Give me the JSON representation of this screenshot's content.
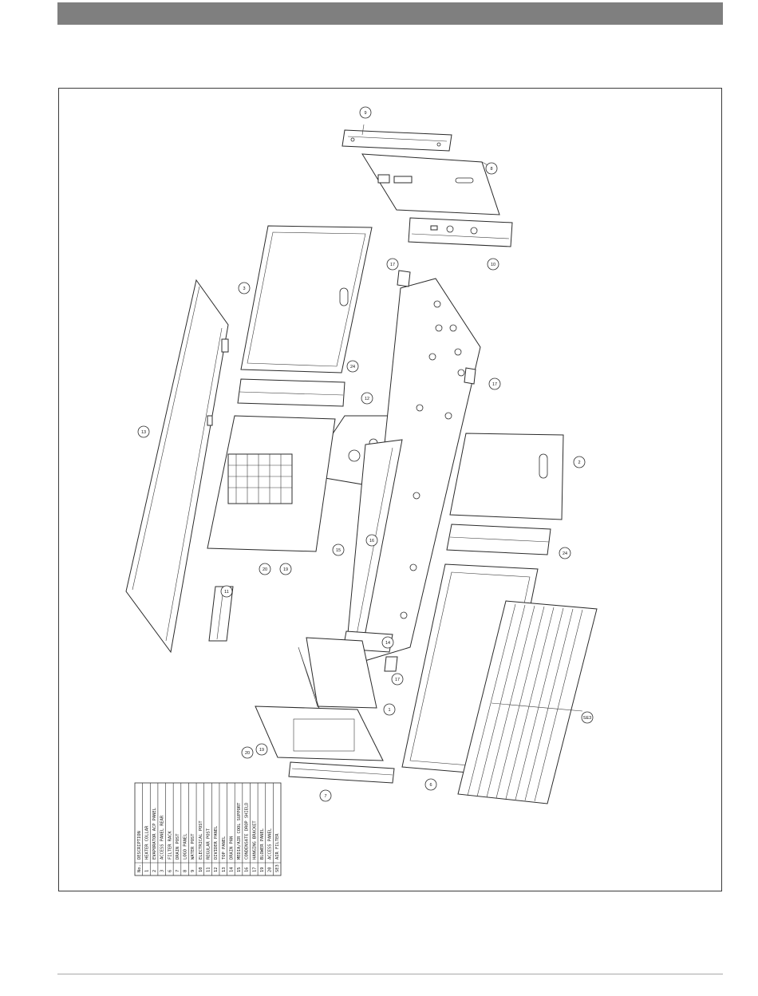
{
  "parts_table": {
    "header": {
      "no": "No.",
      "description": "DESCRIPTION"
    },
    "rows": [
      {
        "no": "1",
        "description": "HEATER COLLAR"
      },
      {
        "no": "2",
        "description": "EVAPORATOR ACP PANEL"
      },
      {
        "no": "3",
        "description": "ACCESS PANEL REAR"
      },
      {
        "no": "6",
        "description": "FILTER RACK"
      },
      {
        "no": "7",
        "description": "DRAIN POST"
      },
      {
        "no": "8",
        "description": "LOGO PANEL"
      },
      {
        "no": "9",
        "description": "WATER POST"
      },
      {
        "no": "10",
        "description": "ELECTRICAL POST"
      },
      {
        "no": "11",
        "description": "REGULAR POST"
      },
      {
        "no": "12",
        "description": "DIVIDER PANEL"
      },
      {
        "no": "13",
        "description": "TOP PANEL"
      },
      {
        "no": "14",
        "description": "DRAIN PAN"
      },
      {
        "no": "15",
        "description": "MEDIA/AIR COOL SUPPORT"
      },
      {
        "no": "16",
        "description": "CONDENSATE DROP SHIELD"
      },
      {
        "no": "17",
        "description": "HANGING BRACKET"
      },
      {
        "no": "19",
        "description": "BLOWER PANEL"
      },
      {
        "no": "20",
        "description": "ACCESS PANEL"
      },
      {
        "no": "SE3",
        "description": "AIR FILTER"
      }
    ]
  },
  "callouts": [
    {
      "label": "9"
    },
    {
      "label": "8"
    },
    {
      "label": "10"
    },
    {
      "label": "17"
    },
    {
      "label": "17"
    },
    {
      "label": "3"
    },
    {
      "label": "24"
    },
    {
      "label": "12"
    },
    {
      "label": "13"
    },
    {
      "label": "2"
    },
    {
      "label": "16"
    },
    {
      "label": "15"
    },
    {
      "label": "24"
    },
    {
      "label": "20"
    },
    {
      "label": "19"
    },
    {
      "label": "11"
    },
    {
      "label": "14"
    },
    {
      "label": "17"
    },
    {
      "label": "1"
    },
    {
      "label": "SE3"
    },
    {
      "label": "20"
    },
    {
      "label": "19"
    },
    {
      "label": "7"
    },
    {
      "label": "6"
    }
  ]
}
